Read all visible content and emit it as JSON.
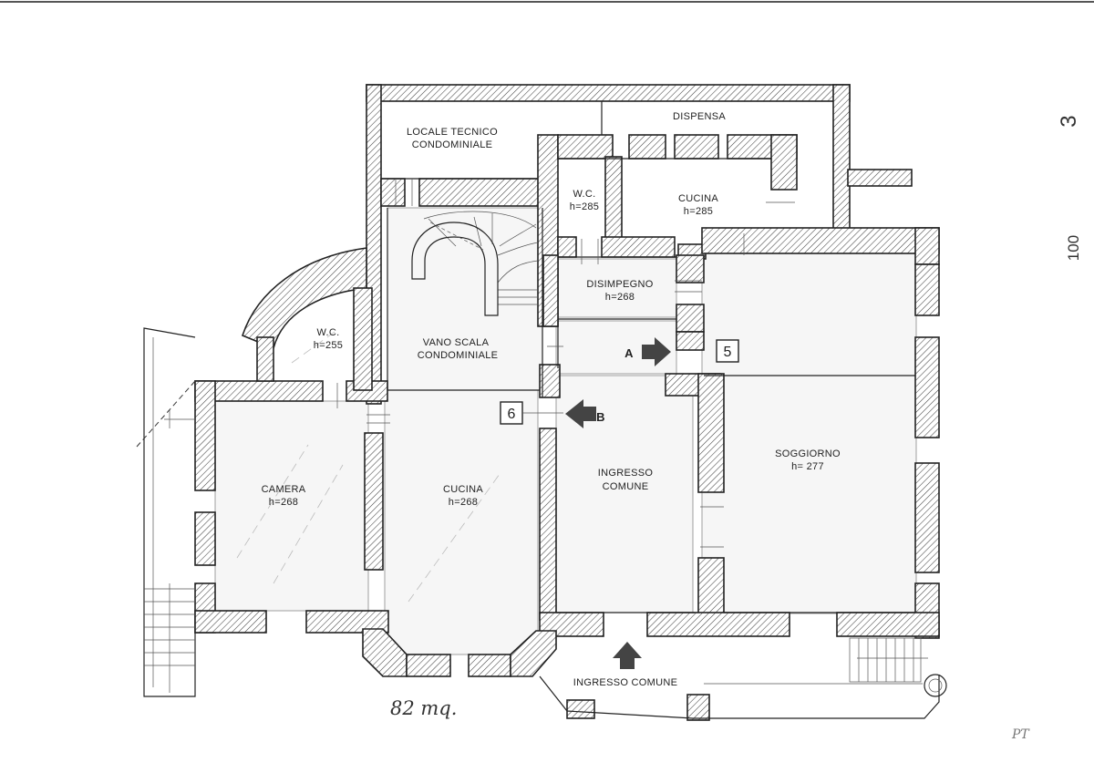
{
  "rooms": {
    "locale_tecnico_1": "LOCALE TECNICO",
    "locale_tecnico_2": "CONDOMINIALE",
    "dispensa": "DISPENSA",
    "wc_top": "W.C.",
    "wc_top_h": "h=285",
    "cucina_top": "CUCINA",
    "cucina_top_h": "h=285",
    "disimpegno": "DISIMPEGNO",
    "disimpegno_h": "h=268",
    "wc_left": "W.C.",
    "wc_left_h": "h=255",
    "vano_scala_1": "VANO SCALA",
    "vano_scala_2": "CONDOMINIALE",
    "camera": "CAMERA",
    "camera_h": "h=268",
    "cucina": "CUCINA",
    "cucina_h": "h=268",
    "ingresso_1": "INGRESSO",
    "ingresso_2": "COMUNE",
    "soggiorno": "SOGGIORNO",
    "soggiorno_h": "h= 277",
    "ingresso_comune": "INGRESSO COMUNE"
  },
  "markers": {
    "a": "A",
    "b": "B",
    "box5": "5",
    "box6": "6"
  },
  "margin": {
    "page_number": "3",
    "scale": "100"
  },
  "handwritten": {
    "area": "82 mq.",
    "floor": "PT"
  }
}
